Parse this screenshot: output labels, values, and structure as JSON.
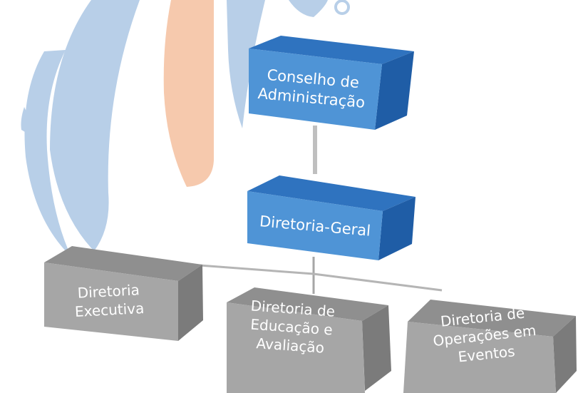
{
  "org_chart": {
    "colors": {
      "blue_front": "#4f94d6",
      "blue_top": "#2f73bf",
      "blue_side": "#1f5da6",
      "gray_front": "#a6a6a6",
      "gray_top": "#8f8f8f",
      "gray_side": "#7b7b7b",
      "connector": "#bfbfbf",
      "watermark_blue": "#b8cfe8",
      "watermark_orange": "#f6c9ad"
    },
    "nodes": [
      {
        "id": "conselho",
        "lines": [
          "Conselho de",
          "Administração"
        ],
        "color": "blue"
      },
      {
        "id": "diretoria-geral",
        "lines": [
          "Diretoria-Geral"
        ],
        "color": "blue"
      },
      {
        "id": "diretoria-executiva",
        "lines": [
          "Diretoria",
          "Executiva"
        ],
        "color": "gray"
      },
      {
        "id": "diretoria-educacao",
        "lines": [
          "Diretoria de",
          "Educação e",
          "Avaliação"
        ],
        "color": "gray"
      },
      {
        "id": "diretoria-operacoes",
        "lines": [
          "Diretoria de",
          "Operações em",
          "Eventos"
        ],
        "color": "gray"
      }
    ],
    "edges": [
      {
        "from": "conselho",
        "to": "diretoria-geral"
      },
      {
        "from": "diretoria-geral",
        "to": "diretoria-executiva"
      },
      {
        "from": "diretoria-geral",
        "to": "diretoria-educacao"
      },
      {
        "from": "diretoria-geral",
        "to": "diretoria-operacoes"
      }
    ]
  }
}
